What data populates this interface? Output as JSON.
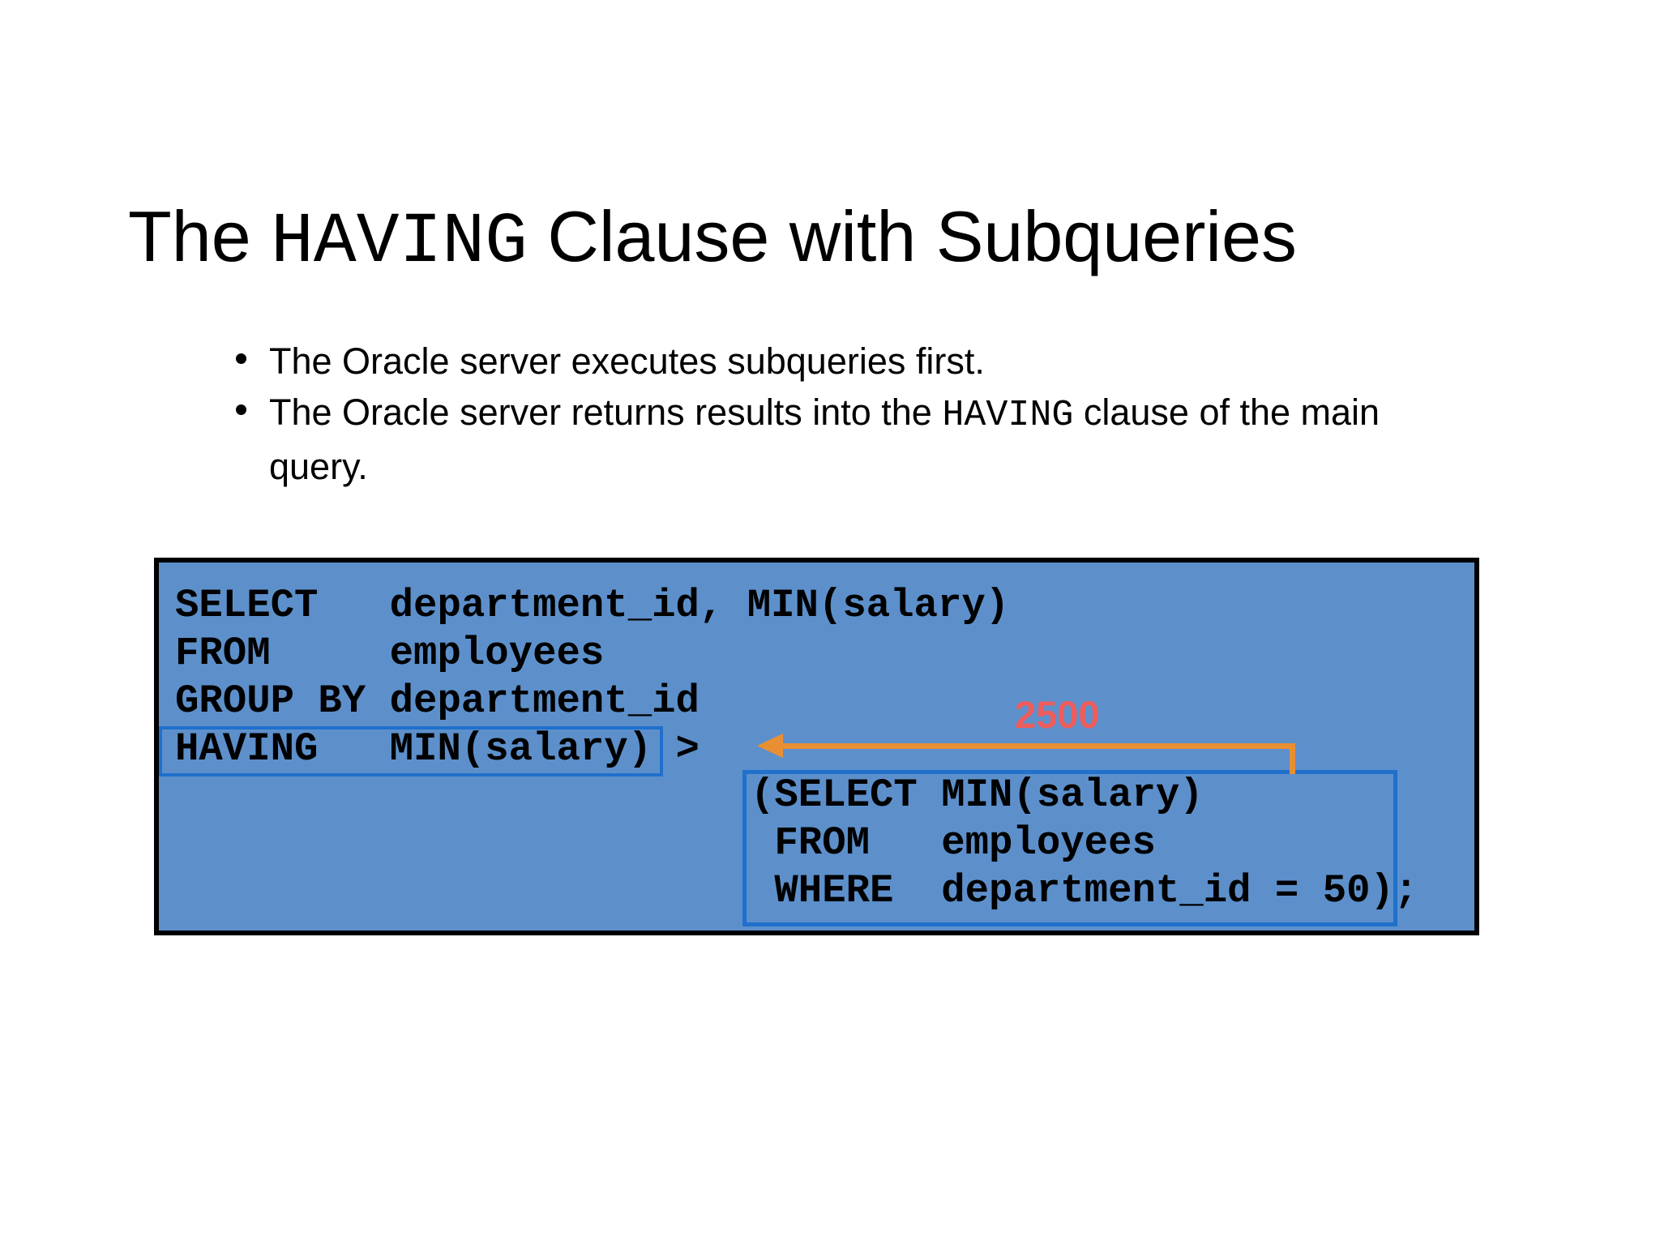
{
  "title": {
    "pre": "The ",
    "mono": "HAVING",
    "post": " Clause with Subqueries"
  },
  "bullets": {
    "item1": {
      "text": "The Oracle server executes subqueries first."
    },
    "item2": {
      "pre": "The Oracle server returns results into the ",
      "mono": "HAVING",
      "post": " clause of the main",
      "line2": "query."
    }
  },
  "code": {
    "main_lines": [
      "SELECT   department_id, MIN(salary)",
      "FROM     employees",
      "GROUP BY department_id",
      "HAVING   MIN(salary) >"
    ],
    "subquery_lines": [
      "(SELECT MIN(salary)",
      " FROM   employees",
      " WHERE  department_id = 50);"
    ]
  },
  "annotation": {
    "value": "2500",
    "value_color": "#EE5C5C",
    "arrow_color": "#E98F33"
  },
  "colors": {
    "code_box_fill": "#5D90CB",
    "code_box_border": "#000000",
    "highlight_border": "#2070CC",
    "slide_background": "#FFFFFF"
  }
}
